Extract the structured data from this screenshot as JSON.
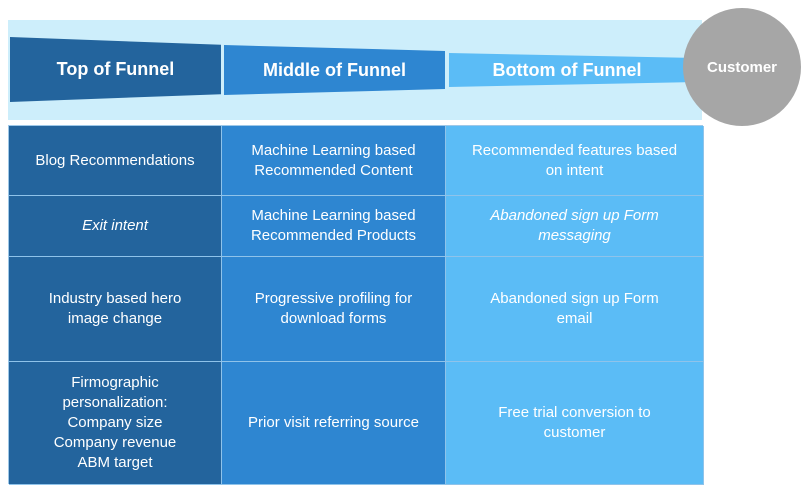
{
  "funnel": {
    "stages": [
      "Top of Funnel",
      "Middle of Funnel",
      "Bottom of Funnel"
    ],
    "customer": "Customer"
  },
  "rows": [
    {
      "top": "Blog Recommendations",
      "middle": "Machine Learning based\nRecommended Content",
      "bottom": "Recommended features based\non intent"
    },
    {
      "top": "Exit intent",
      "middle": "Machine Learning based\nRecommended Products",
      "bottom": "Abandoned sign up Form\nmessaging"
    },
    {
      "top": "Industry based hero\nimage change",
      "middle": "Progressive profiling for\ndownload forms",
      "bottom": "Abandoned sign up Form\nemail"
    },
    {
      "top": "Firmographic\npersonalization:\nCompany size\nCompany revenue\nABM target",
      "middle": "Prior visit referring source",
      "bottom": "Free trial conversion to\ncustomer"
    }
  ],
  "colors": {
    "top": "#23649d",
    "middle": "#2e86d1",
    "bottom": "#5bbcf6",
    "funnel_background": "#cdeefb",
    "customer": "#a6a6a6"
  }
}
